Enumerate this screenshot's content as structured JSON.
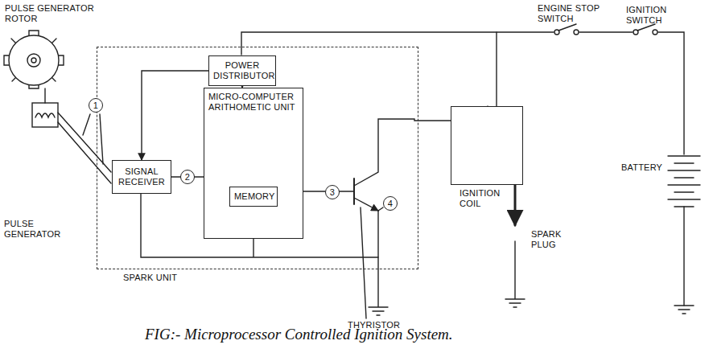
{
  "diagram": {
    "caption": "FIG:- Microprocessor Controlled Ignition System.",
    "nodes": [
      {
        "text": [
          "SPARK UNIT"
        ]
      },
      {
        "text": [
          "POWER DISTRIBUTOR"
        ],
        "in": 0
      },
      {
        "text": [
          "SIGNAL RECEIVER"
        ],
        "in": 0
      },
      {
        "text": [
          "MICRO-COMPUTER ARITHOMETIC UNIT"
        ],
        "in": 0
      },
      {
        "text": [
          "MEMORY"
        ],
        "in": 3
      },
      {
        "text": [
          "IGNITION COIL"
        ]
      }
    ],
    "edges": [
      {
        "from": 1,
        "to": 3,
        "arrow": "to"
      },
      {
        "from": 1,
        "to": 2,
        "arrow": "to"
      },
      {
        "from": 2,
        "to": 3,
        "label": "2",
        "arrow": "none"
      }
    ],
    "labels": [
      "PULSE GENERATOR ROTOR",
      "PULSE GENERATOR",
      "1",
      "3",
      "4",
      "THYRISTOR",
      "ENGINE STOP SWITCH",
      "IGNITION SWITCH",
      "BATTERY",
      "SPARK PLUG"
    ]
  }
}
